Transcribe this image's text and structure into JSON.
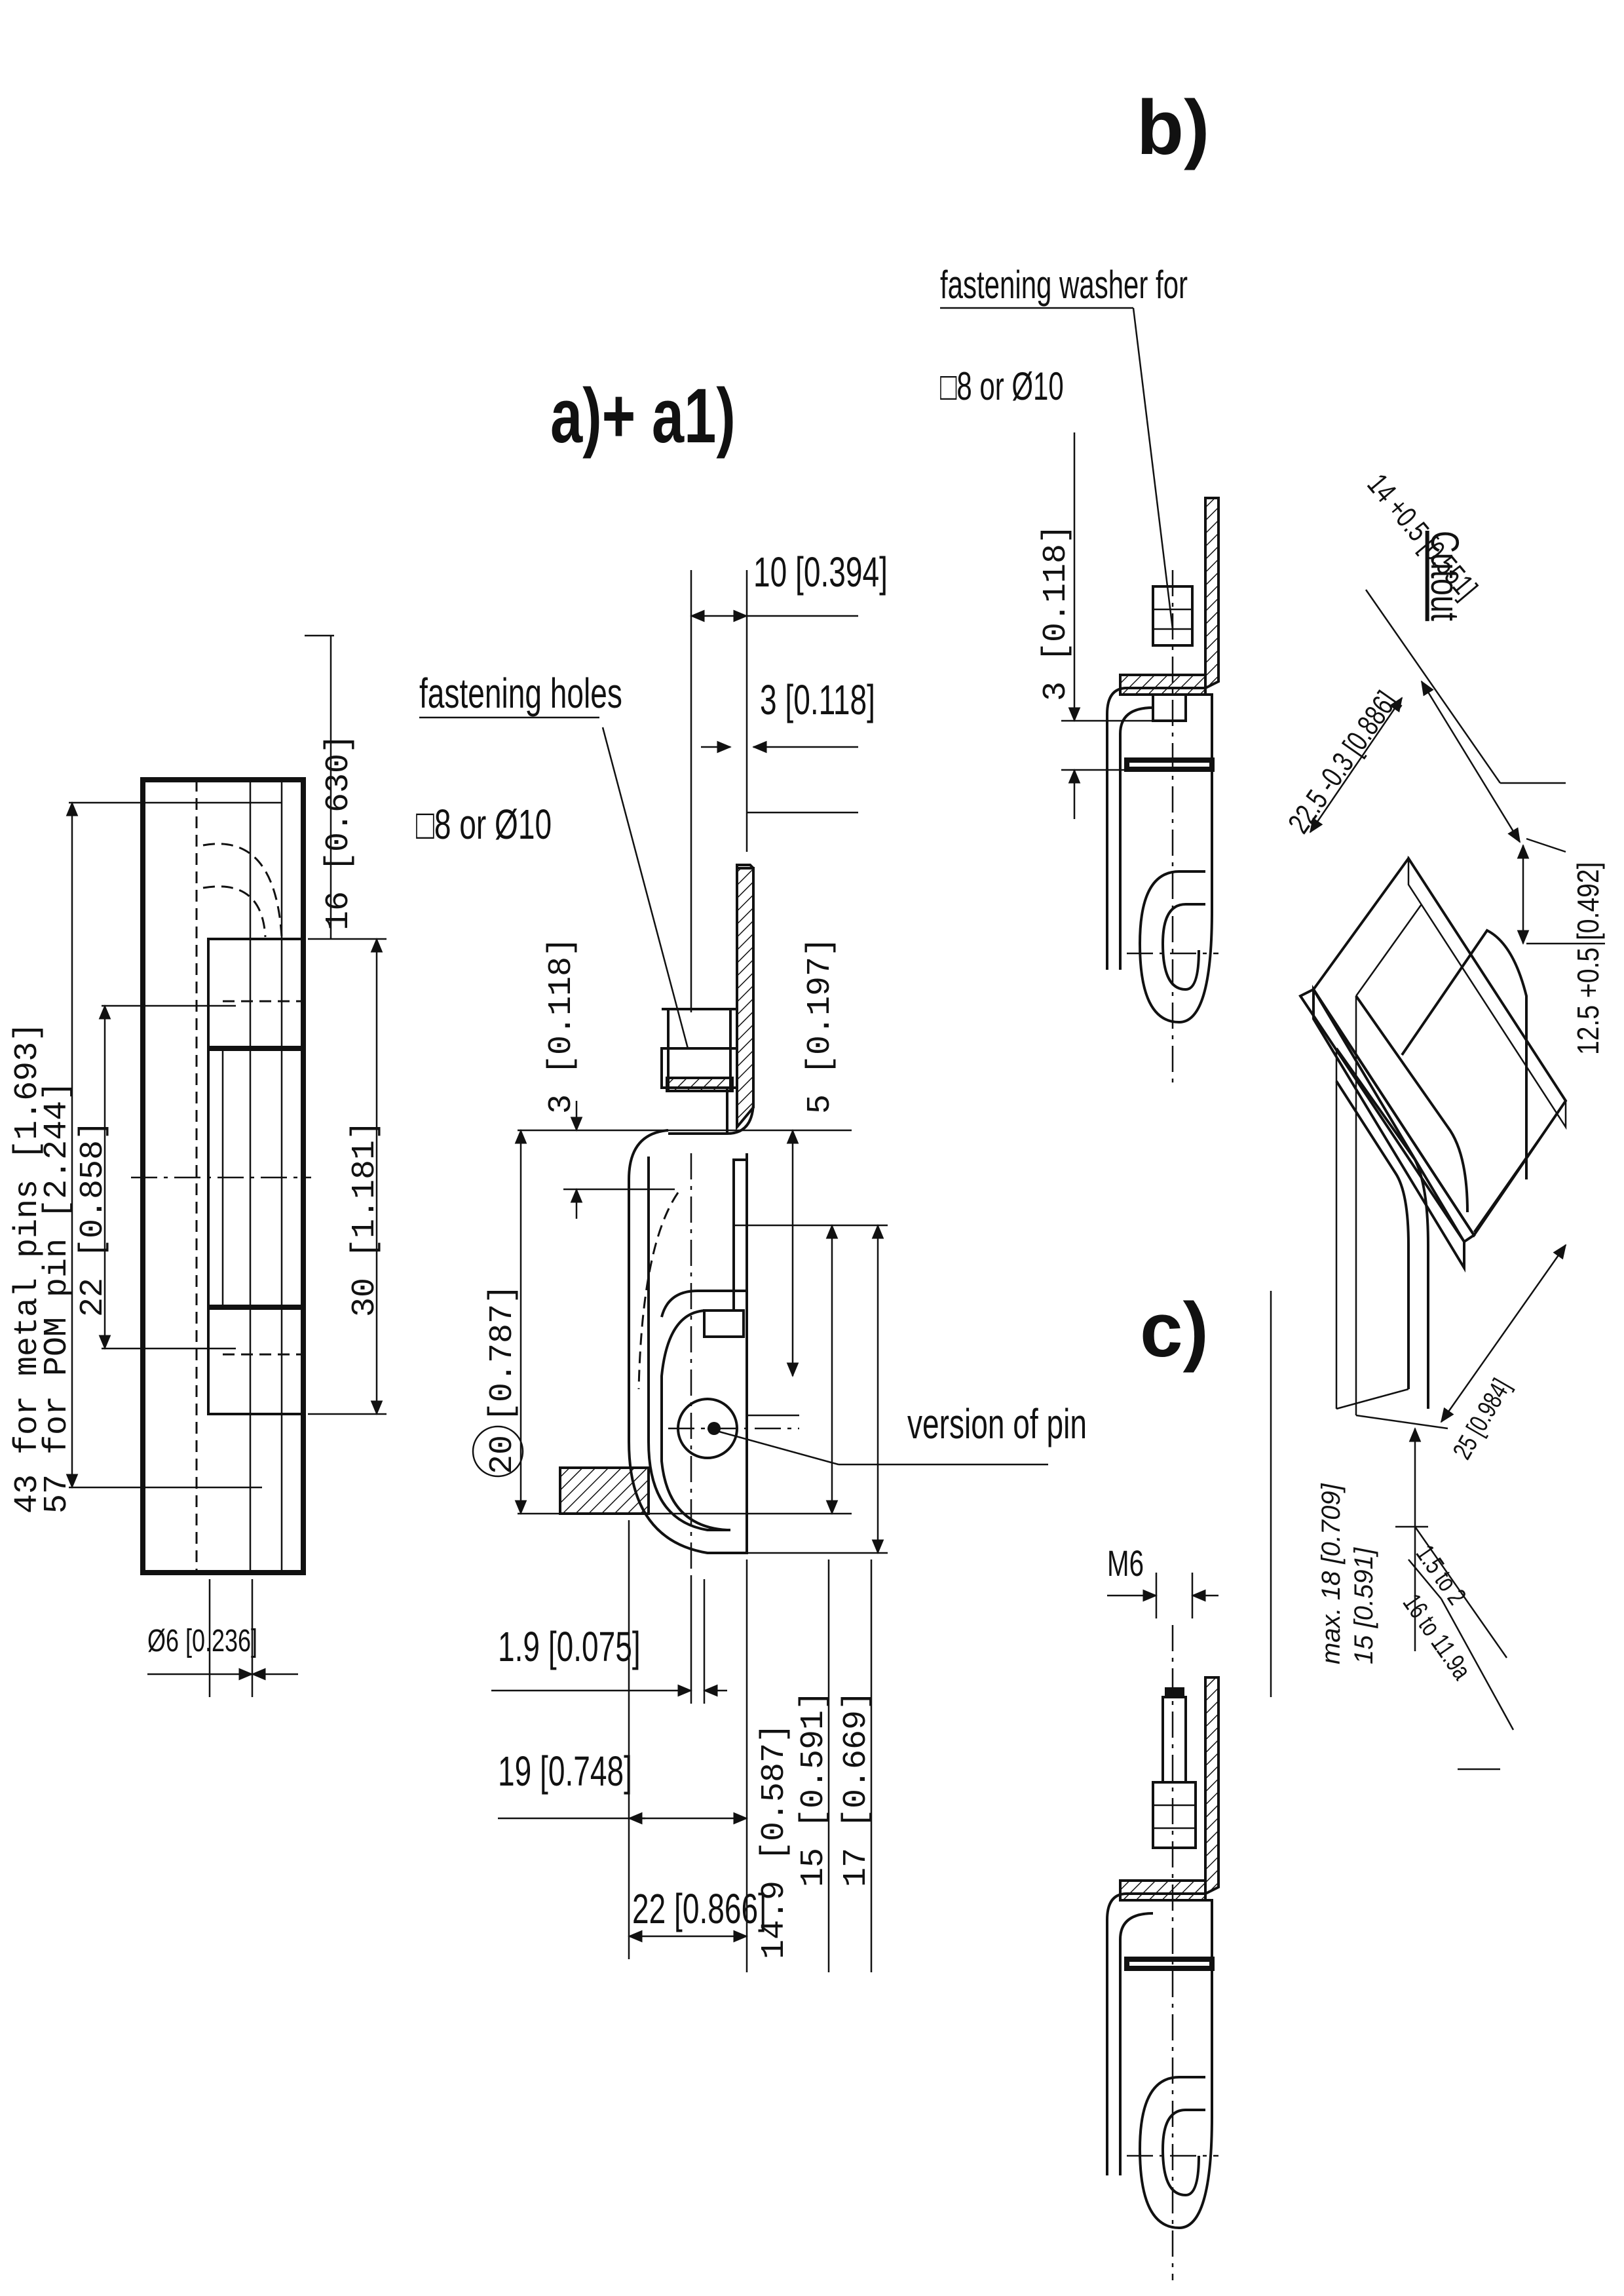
{
  "titles": {
    "view_a": "a)+ a1)",
    "view_b": "b)",
    "view_c": "c)"
  },
  "labels": {
    "fastening_holes": "fastening holes",
    "fastening_holes_size": "□8  or Ø10",
    "fastening_washer": "fastening washer for",
    "fastening_washer_size": "□8 or Ø10",
    "version_of_pin": "version of pin",
    "cutout": "Cutout",
    "m6": "M6",
    "circled_20": "20"
  },
  "dims_left": {
    "pins_metal": "43 for metal pins [1.693]",
    "pins_pom": "57 for POM pin [2.244]",
    "d22": "22 [0.858]",
    "d16": "16 [0.630]",
    "d30": "30 [1.181]",
    "d6": "Ø6 [0.236]"
  },
  "dims_a": {
    "d10": "10 [0.394]",
    "d3a": "3 [0.118]",
    "d3b": "3 [0.118]",
    "d5": "5 [0.197]",
    "d20": "[0.787]",
    "d19a": "1.9 [0.075]",
    "d19": "19 [0.748]",
    "d22": "22 [0.866]",
    "d149": "14.9 [0.587]",
    "d15": "15 [0.591]",
    "d17": "17 [0.669]"
  },
  "dims_b": {
    "d3": "3 [0.118]"
  },
  "dims_cutout": {
    "d14": "14 +0.5 [0.551]",
    "d225": "22.5 -0.3 [0.886]",
    "d125": "12.5 +0.5 [0.492]",
    "d25": "25 [0.984]",
    "max18": "max. 18 [0.709]",
    "d15": "15 [0.591]",
    "d15s": "1.5 to 2",
    "d16": "16 to 11.9a"
  }
}
